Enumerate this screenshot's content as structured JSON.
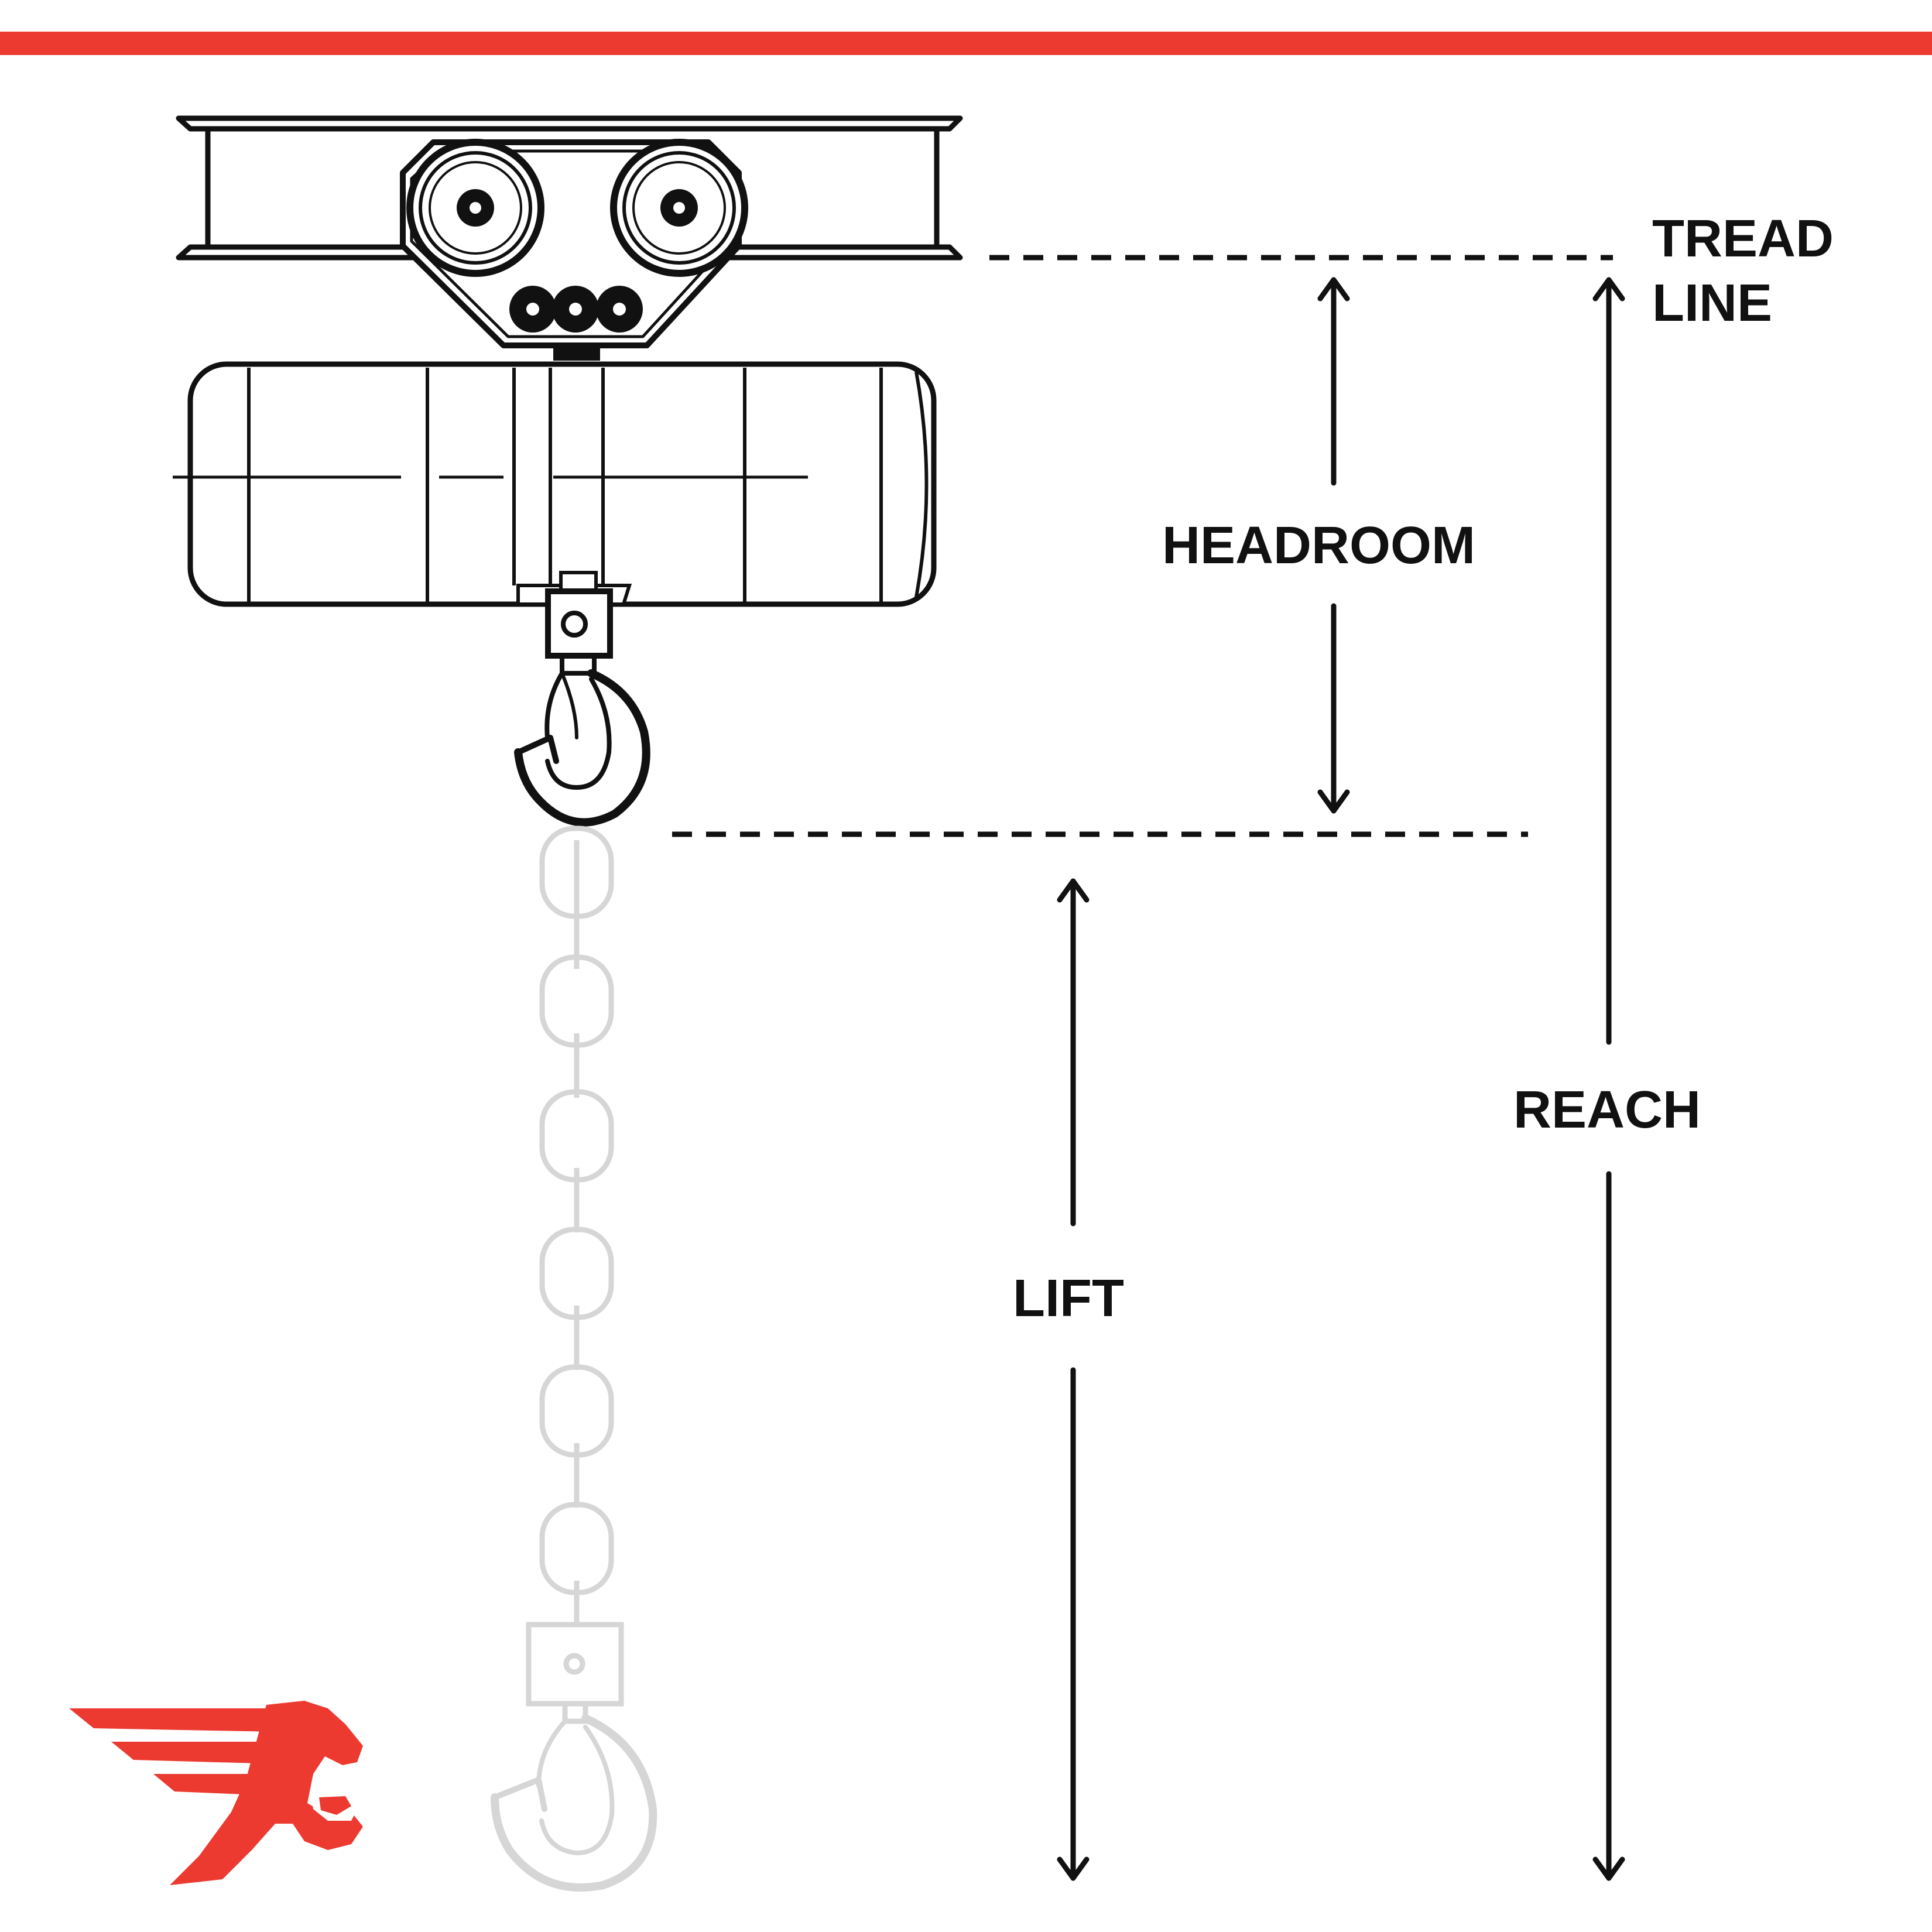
{
  "labels": {
    "tread_line": [
      "TREAD",
      "LINE"
    ],
    "headroom": "HEADROOM",
    "lift": "LIFT",
    "reach": "REACH"
  },
  "colors": {
    "brand_red": "#ec3a31",
    "ink": "#111111",
    "chain_grey": "#d6d6d6"
  },
  "icons": {
    "logo": "eagle-a-logo",
    "hoist": "electric-hoist-on-trolley",
    "chain": "load-chain",
    "hook": "load-hook"
  }
}
